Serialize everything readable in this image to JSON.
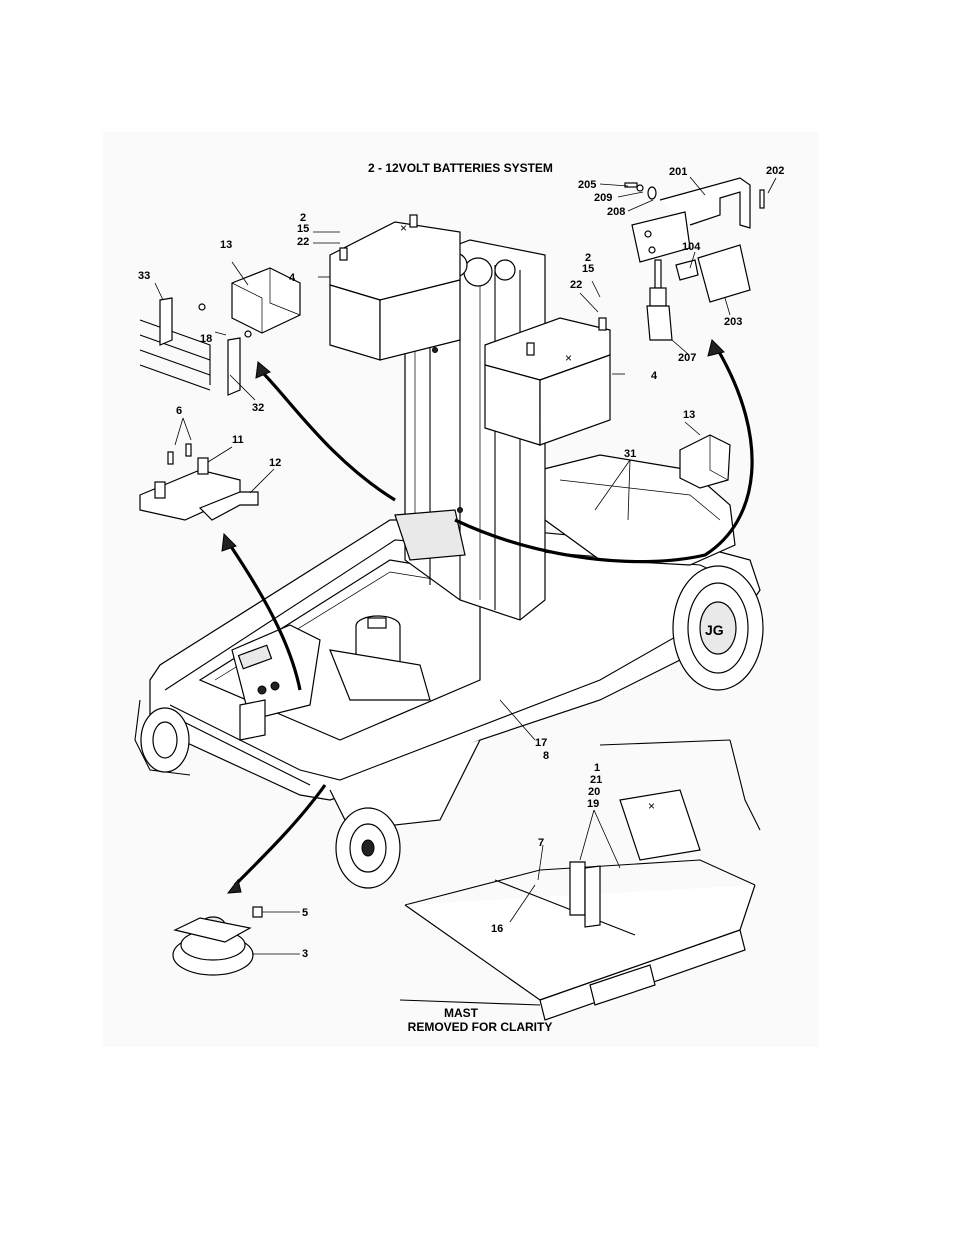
{
  "diagram": {
    "title": "2 - 12VOLT BATTERIES SYSTEM",
    "caption_line1": "MAST",
    "caption_line2": "REMOVED FOR CLARITY",
    "callouts": {
      "c2a": "2",
      "c15a": "15",
      "c22a": "22",
      "c4a": "4",
      "c13a": "13",
      "c33": "33",
      "c18": "18",
      "c32": "32",
      "c2b": "2",
      "c15b": "15",
      "c22b": "22",
      "c4b": "4",
      "c205": "205",
      "c201": "201",
      "c202": "202",
      "c209": "209",
      "c208": "208",
      "c104": "104",
      "c203": "203",
      "c207": "207",
      "c6": "6",
      "c11": "11",
      "c12": "12",
      "c13b": "13",
      "c31": "31",
      "c17": "17",
      "c8": "8",
      "c1": "1",
      "c21": "21",
      "c20": "20",
      "c19": "19",
      "c7": "7",
      "c16": "16",
      "c5": "5",
      "c3": "3"
    }
  }
}
